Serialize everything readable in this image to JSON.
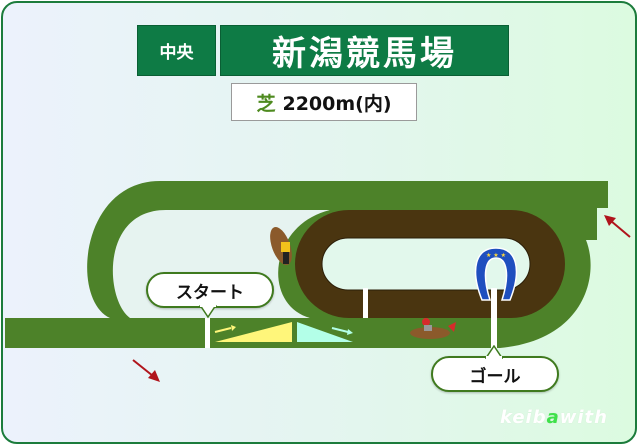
{
  "header": {
    "category": "中央",
    "racecourse": "新潟競馬場"
  },
  "race": {
    "surface": "芝",
    "distance": "2200m(内)"
  },
  "markers": {
    "start_label": "スタート",
    "goal_label": "ゴール"
  },
  "icons": {
    "direction_arrows": [
      "arrow-down-right-icon",
      "arrow-up-left-icon"
    ],
    "slope_up": "uphill-slope-icon",
    "slope_down": "downhill-slope-icon",
    "horses": [
      "horse-jockey-yellow-icon",
      "horse-jockey-red-icon"
    ],
    "goal_emblem": "horseshoe-icon"
  },
  "colors": {
    "title_bg": "#0e7b45",
    "turf": "#4d8229",
    "dirt": "#4a3510",
    "frame_border": "#1c7c3c",
    "arrow": "#b0141c",
    "slope_up": "#fff67a",
    "slope_down": "#b3ffe8",
    "horseshoe": "#1f4fbf"
  },
  "logo": {
    "prefix": "keib",
    "accent": "a",
    "suffix": "with"
  }
}
